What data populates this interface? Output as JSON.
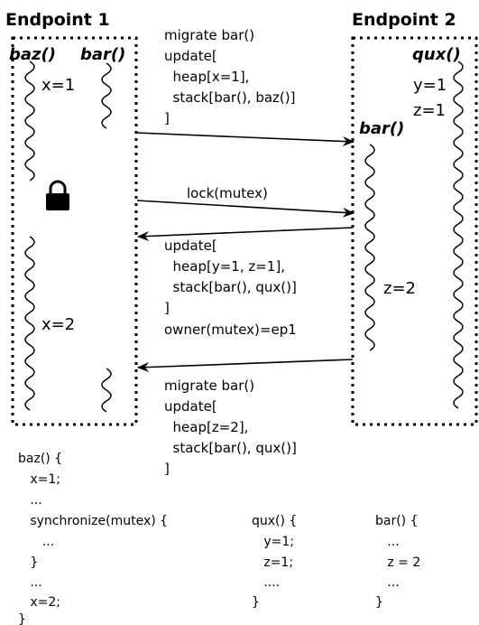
{
  "endpoints": {
    "ep1": {
      "title": "Endpoint 1",
      "fn_labels": [
        "baz()",
        "bar()"
      ],
      "vars": [
        "x=1",
        "x=2"
      ]
    },
    "ep2": {
      "title": "Endpoint 2",
      "fn_labels": [
        "qux()",
        "bar()"
      ],
      "vars": [
        "y=1",
        "z=1",
        "z=2"
      ]
    }
  },
  "messages": [
    {
      "direction": "ep1-to-ep2",
      "lines": [
        "migrate bar()",
        "update[",
        "  heap[x=1],",
        "  stack[bar(), baz()]",
        "]"
      ]
    },
    {
      "direction": "ep1-to-ep2",
      "lines": [
        "lock(mutex)"
      ]
    },
    {
      "direction": "ep2-to-ep1",
      "lines": [
        "update[",
        "  heap[y=1, z=1],",
        "  stack[bar(), qux()]",
        "]",
        "owner(mutex)=ep1"
      ]
    },
    {
      "direction": "ep2-to-ep1",
      "lines": [
        "migrate bar()",
        "update[",
        "  heap[z=2],",
        "  stack[bar(), qux()]",
        "]"
      ]
    }
  ],
  "code_blocks": {
    "baz": [
      "baz() {",
      "   x=1;",
      "   ...",
      "   synchronize(mutex) {",
      "      ...",
      "   }",
      "   ...",
      "   x=2;",
      "}"
    ],
    "qux": [
      "qux() {",
      "   y=1;",
      "   z=1;",
      "   ....",
      "}"
    ],
    "bar": [
      "bar() {",
      "   ...",
      "   z = 2",
      "   ...",
      "}"
    ]
  },
  "icons": {
    "lock": "lock-icon"
  }
}
